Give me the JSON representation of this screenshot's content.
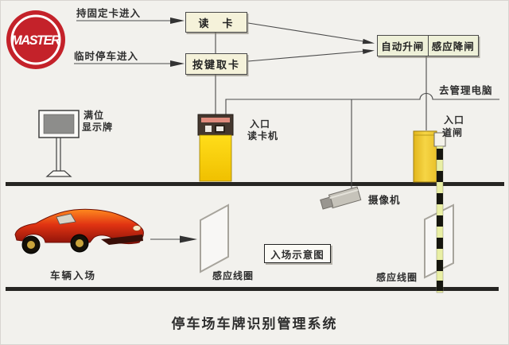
{
  "logo": {
    "text": "MASTER"
  },
  "flowchart": {
    "fixed_card_label": "持固定卡进入",
    "temp_park_label": "临时停车进入",
    "read_card": "读　卡",
    "press_key": "按键取卡",
    "auto_raise": "自动升闸",
    "sense_lower": "感应降闸",
    "to_computer": "去管理电脑"
  },
  "devices": {
    "full_sign": {
      "line1": "满位",
      "line2": "显示牌"
    },
    "entry_reader": {
      "line1": "入口",
      "line2": "读卡机"
    },
    "entry_barrier": {
      "line1": "入口",
      "line2": "道闸"
    },
    "camera_label": "摄像机",
    "loop_left_label": "感应线圈",
    "loop_right_label": "感应线圈",
    "vehicle_entry_label": "车辆入场",
    "scene_label": "入场示意图"
  },
  "title": "停车场车牌识别管理系统",
  "colors": {
    "logo_red": "#c4222a",
    "device_yellow": "#ffd60a",
    "barrier_yellow": "#f2cd35",
    "flowbox_cream": "#f5f2da",
    "stripe_light": "#e9efa5",
    "road_black": "#262522"
  }
}
